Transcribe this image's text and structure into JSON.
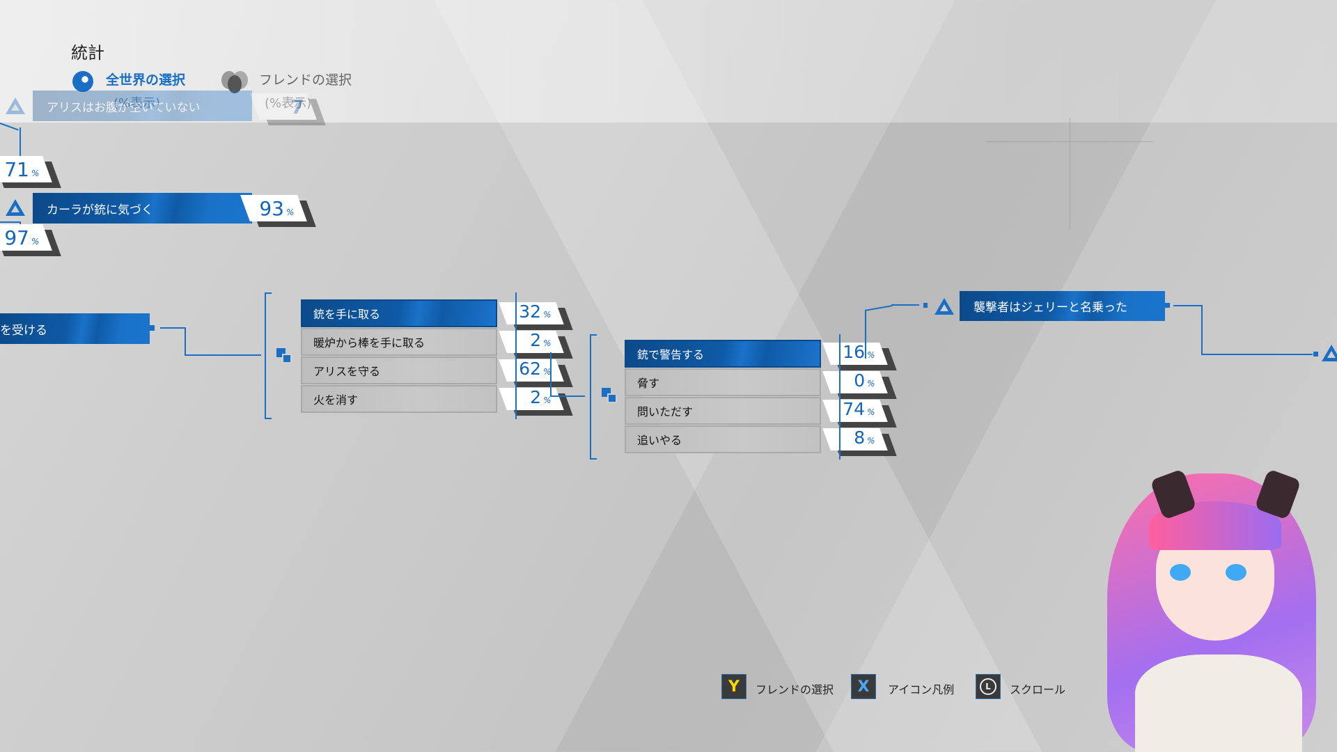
{
  "header": {
    "title": "統計",
    "tab_world": "全世界の選択",
    "tab_world_sub": "(%表示)",
    "tab_friends": "フレンドの選択",
    "tab_friends_sub": "(%表示)"
  },
  "nodes": {
    "alice": {
      "label": "アリスはお腹が空いていない",
      "pct": "7"
    },
    "pct_71": "71",
    "kara": {
      "label": "カーラが銃に気づく",
      "pct": "93"
    },
    "pct_97": "97",
    "receive": {
      "label": "を受ける"
    },
    "jerry": {
      "label": "襲撃者はジェリーと名乗った"
    }
  },
  "choices1": [
    {
      "label": "銃を手に取る",
      "pct": "32",
      "selected": true
    },
    {
      "label": "暖炉から棒を手に取る",
      "pct": "2"
    },
    {
      "label": "アリスを守る",
      "pct": "62"
    },
    {
      "label": "火を消す",
      "pct": "2"
    }
  ],
  "choices2": [
    {
      "label": "銃で警告する",
      "pct": "16",
      "selected": true
    },
    {
      "label": "脅す",
      "pct": "0"
    },
    {
      "label": "問いただす",
      "pct": "74"
    },
    {
      "label": "追いやる",
      "pct": "8"
    }
  ],
  "percent_sign": "%",
  "hints": [
    {
      "key": "Y",
      "label": "フレンドの選択",
      "color": "#f5d800"
    },
    {
      "key": "X",
      "label": "アイコン凡例",
      "color": "#4aa8f0"
    },
    {
      "key": "L",
      "label": "スクロール"
    }
  ],
  "colors": {
    "accent": "#1a6fc4",
    "selected": "#0f5aa6"
  }
}
